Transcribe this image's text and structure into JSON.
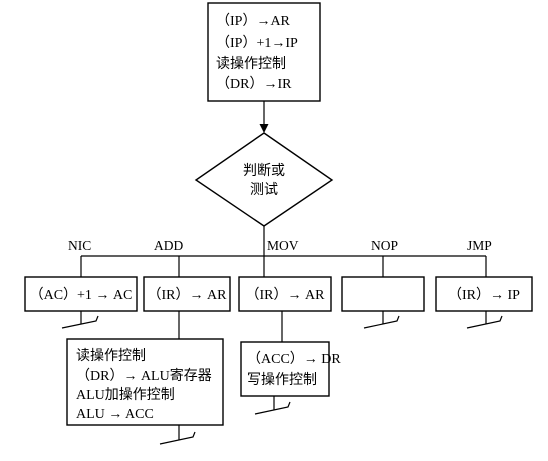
{
  "fetch_box": {
    "lines": [
      "（IP）→AR",
      "（IP）+1→IP",
      "读操作控制",
      "（DR）→IR"
    ]
  },
  "decision": {
    "lines": [
      "判断或",
      "测试"
    ]
  },
  "branches": [
    {
      "label": "NIC",
      "box_lines": [
        "（AC）+1 → AC"
      ],
      "next_box_lines": []
    },
    {
      "label": "ADD",
      "box_lines": [
        "（IR）→ AR"
      ],
      "next_box_lines": [
        "读操作控制",
        "（DR）→ ALU寄存器",
        "ALU加操作控制",
        "ALU → ACC"
      ]
    },
    {
      "label": "MOV",
      "box_lines": [
        "（IR）→ AR"
      ],
      "next_box_lines": [
        "（ACC）→ DR",
        "写操作控制"
      ]
    },
    {
      "label": "NOP",
      "box_lines": [],
      "next_box_lines": []
    },
    {
      "label": "JMP",
      "box_lines": [
        "（IR）→ IP"
      ],
      "next_box_lines": []
    }
  ]
}
